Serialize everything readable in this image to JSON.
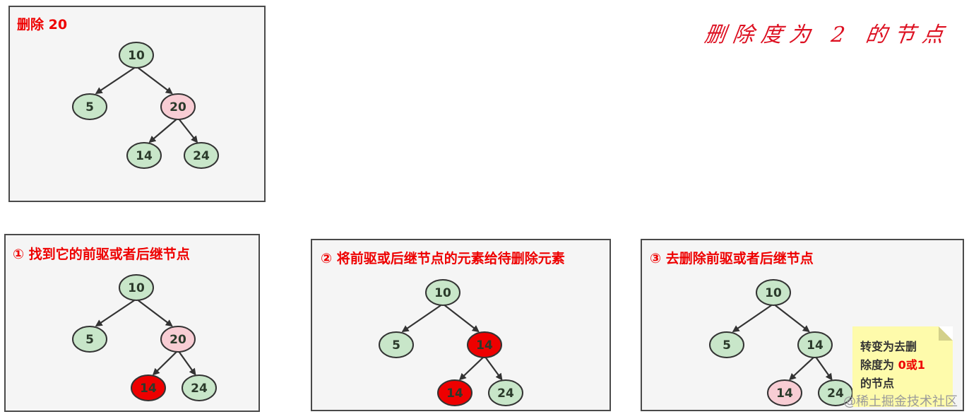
{
  "header": {
    "title": "删除度为 2 的节点"
  },
  "panels": [
    {
      "title": "删除 20",
      "nodes": [
        {
          "value": "10",
          "state": "normal"
        },
        {
          "value": "5",
          "state": "normal"
        },
        {
          "value": "20",
          "state": "target"
        },
        {
          "value": "14",
          "state": "normal"
        },
        {
          "value": "24",
          "state": "normal"
        }
      ]
    },
    {
      "title": "① 找到它的前驱或者后继节点",
      "nodes": [
        {
          "value": "10",
          "state": "normal"
        },
        {
          "value": "5",
          "state": "normal"
        },
        {
          "value": "20",
          "state": "target"
        },
        {
          "value": "14",
          "state": "highlight"
        },
        {
          "value": "24",
          "state": "normal"
        }
      ]
    },
    {
      "title": "② 将前驱或后继节点的元素给待删除元素",
      "nodes": [
        {
          "value": "10",
          "state": "normal"
        },
        {
          "value": "5",
          "state": "normal"
        },
        {
          "value": "14",
          "state": "highlight"
        },
        {
          "value": "14",
          "state": "highlight"
        },
        {
          "value": "24",
          "state": "normal"
        }
      ]
    },
    {
      "title": "③ 去删除前驱或者后继节点",
      "nodes": [
        {
          "value": "10",
          "state": "normal"
        },
        {
          "value": "5",
          "state": "normal"
        },
        {
          "value": "14",
          "state": "normal"
        },
        {
          "value": "14",
          "state": "target"
        },
        {
          "value": "24",
          "state": "normal"
        }
      ],
      "note": {
        "line1": "转变为去删",
        "line2_prefix": "除度为 ",
        "line2_highlight": "0或1",
        "line3": "的节点"
      }
    }
  ],
  "colors": {
    "normal_fill": "#c8e6c9",
    "target_fill": "#f8cdd4",
    "highlight_fill": "#ee0000",
    "node_stroke": "#333333",
    "title_red": "#ee0000",
    "panel_bg": "#f5f5f5"
  },
  "watermark": "@稀土掘金技术社区"
}
